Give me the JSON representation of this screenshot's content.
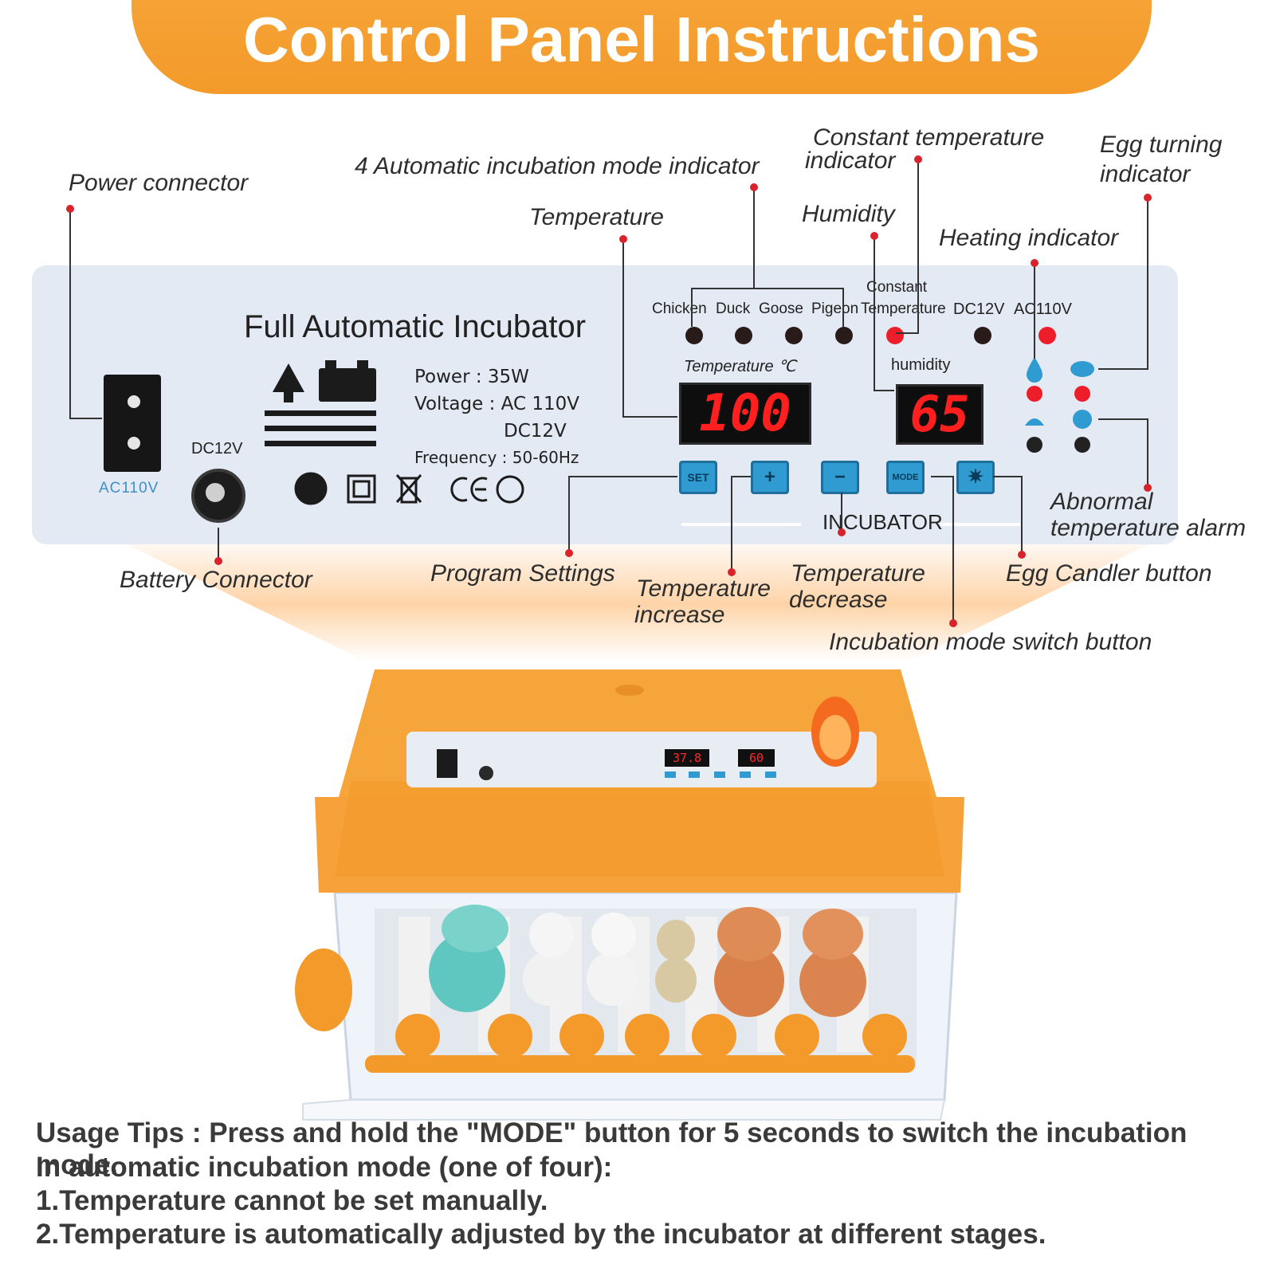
{
  "header": {
    "title": "Control Panel Instructions"
  },
  "panel": {
    "name": "Full Automatic Incubator",
    "specs": {
      "power": "Power : 35W",
      "voltage": "Voltage : AC 110V",
      "voltage_dc": "DC12V",
      "frequency": "Frequency : 50-60Hz"
    },
    "socket_label": "AC110V",
    "dc_label": "DC12V",
    "mode_labels": [
      "Chicken",
      "Duck",
      "Goose",
      "Pigeon"
    ],
    "constant_label_1": "Constant",
    "constant_label_2": "Temperature",
    "dc12v": "DC12V",
    "ac110v": "AC110V",
    "temp_display_label": "Temperature ℃",
    "temp_value": "100",
    "humidity_display_label": "humidity",
    "humidity_value": "65",
    "buttons": {
      "set": "SET",
      "plus": "+",
      "minus": "−",
      "mode": "MODE"
    },
    "brand": "INCUBATOR"
  },
  "callouts": {
    "power_connector": "Power connector",
    "auto_mode": "4 Automatic incubation mode indicator",
    "temperature": "Temperature",
    "constant_temp_1": "Constant temperature",
    "constant_temp_2": "indicator",
    "humidity": "Humidity",
    "egg_turning_1": "Egg turning",
    "egg_turning_2": "indicator",
    "heating": "Heating indicator",
    "abnormal_1": "Abnormal",
    "abnormal_2": "temperature alarm",
    "battery": "Battery Connector",
    "program": "Program Settings",
    "temp_increase_1": "Temperature",
    "temp_increase_2": "increase",
    "temp_decrease_1": "Temperature",
    "temp_decrease_2": "decrease",
    "egg_candler": "Egg Candler button",
    "mode_switch": "Incubation mode switch button"
  },
  "mini_panel": {
    "temp": "37.8",
    "hum": "60"
  },
  "tips": [
    "Usage Tips : Press and hold the \"MODE\" button for 5 seconds to switch the incubation mode.",
    "In automatic incubation mode (one of four):",
    "1.Temperature cannot be set manually.",
    "2.Temperature is automatically adjusted by the incubator at different stages."
  ],
  "colors": {
    "orange": "#f39a2a",
    "red_led": "#ee1d2a",
    "button_blue": "#2f9bd0"
  }
}
